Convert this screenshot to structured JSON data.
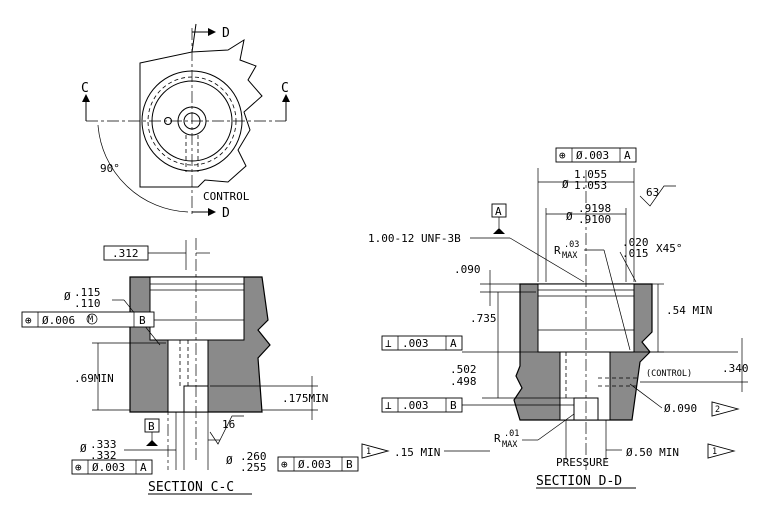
{
  "top_view": {
    "section_d_top": "D",
    "section_d_bottom": "D",
    "section_c_left": "C",
    "section_c_right": "C",
    "angle": "90°",
    "control": "CONTROL"
  },
  "section_cc": {
    "dim_312": ".312",
    "dia_prefix": "Ø",
    "dia_115": ".115",
    "dia_110": ".110",
    "fcf_pos_sym": "⊕",
    "fcf_pos_val": "Ø.006",
    "fcf_pos_mod": "M",
    "fcf_pos_ref": "B",
    "dim_69": ".69MIN",
    "dim_175": ".175MIN",
    "datum_b": "B",
    "surface": "16",
    "dia_333": ".333",
    "dia_332": ".332",
    "dia_260": ".260",
    "dia_255": ".255",
    "fcf_a_sym": "⊕",
    "fcf_a_val": "Ø.003",
    "fcf_a_ref": "A",
    "fcf_b_sym": "⊕",
    "fcf_b_val": "Ø.003",
    "fcf_b_ref": "B",
    "label": "SECTION C-C"
  },
  "section_dd": {
    "fcf_top_sym": "⊕",
    "fcf_top_val": "Ø.003",
    "fcf_top_ref": "A",
    "dia_prefix": "Ø",
    "dia_1055": "1.055",
    "dia_1053": "1.053",
    "surface": "63",
    "datum_a": "A",
    "thread": "1.00-12 UNF-3B",
    "dia_9198": ".9198",
    "dia_9100": ".9100",
    "r_prefix": "R",
    "r_03": ".03",
    "r_max": "MAX",
    "chamfer_020": ".020",
    "chamfer_015": ".015",
    "chamfer_angle": "X45°",
    "dim_090": ".090",
    "dim_735": ".735",
    "dim_54": ".54 MIN",
    "fcf_perp_a_sym": "⊥",
    "fcf_perp_a_val": ".003",
    "fcf_perp_a_ref": "A",
    "dim_340": ".340",
    "dim_502": ".502",
    "dim_498": ".498",
    "control": "(CONTROL)",
    "fcf_perp_b_sym": "⊥",
    "fcf_perp_b_val": ".003",
    "fcf_perp_b_ref": "B",
    "dia_090": "Ø.090",
    "note2": "2",
    "r_01": ".01",
    "dim_15": ".15 MIN",
    "note1_left": "1",
    "dia_50": "Ø.50 MIN",
    "note1_right": "1",
    "pressure": "PRESSURE",
    "label": "SECTION D-D"
  }
}
